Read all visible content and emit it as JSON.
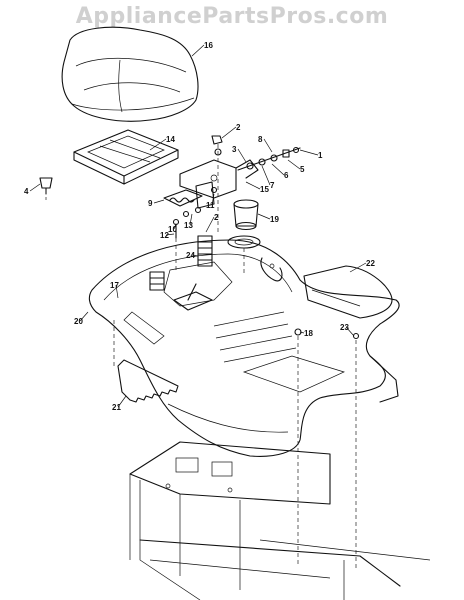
{
  "watermark": "AppliancePartsPros.com",
  "callouts": [
    "1",
    "2",
    "2",
    "3",
    "4",
    "5",
    "6",
    "7",
    "8",
    "9",
    "10",
    "11",
    "12",
    "13",
    "14",
    "15",
    "16",
    "17",
    "18",
    "19",
    "20",
    "21",
    "22",
    "23",
    "24"
  ]
}
